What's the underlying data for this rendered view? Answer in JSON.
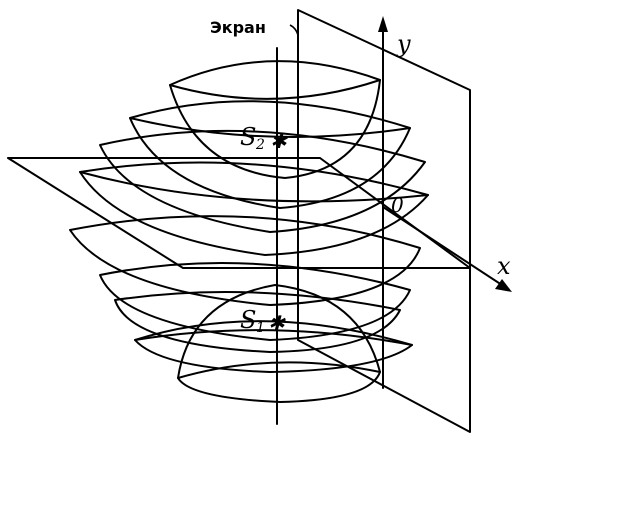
{
  "labels": {
    "screen": "Экран",
    "axis_y": "y",
    "axis_x": "x",
    "origin": "0",
    "source_2_letter": "S",
    "source_2_index": "2",
    "source_1_letter": "S",
    "source_1_index": "1",
    "source_star": "✱"
  }
}
